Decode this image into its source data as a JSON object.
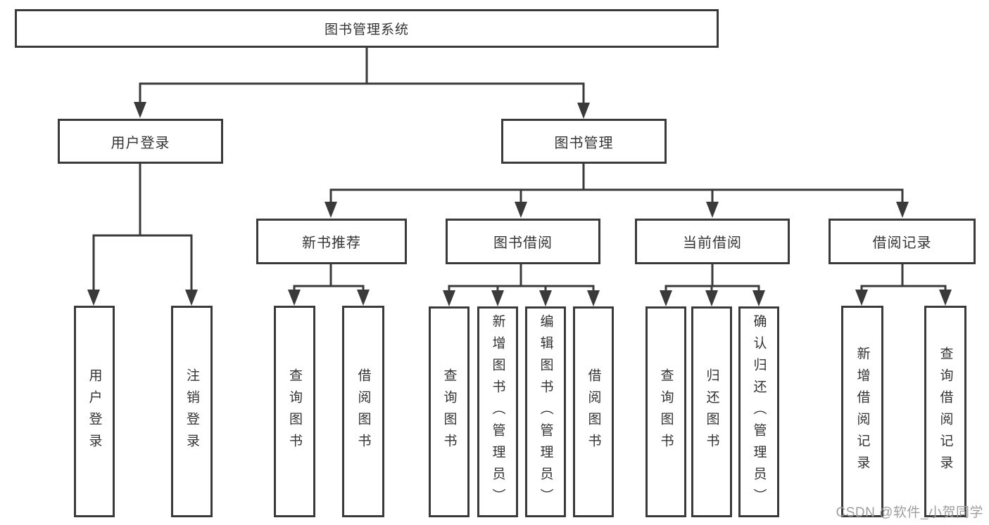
{
  "diagram": {
    "title": "图书管理系统",
    "root": {
      "label": "图书管理系统"
    },
    "level2": [
      {
        "id": "user-login",
        "label": "用户登录"
      },
      {
        "id": "book-management",
        "label": "图书管理"
      }
    ],
    "level3": [
      {
        "id": "new-book-recommend",
        "label": "新书推荐",
        "parent": "图书管理"
      },
      {
        "id": "book-borrow",
        "label": "图书借阅",
        "parent": "图书管理"
      },
      {
        "id": "current-borrow",
        "label": "当前借阅",
        "parent": "图书管理"
      },
      {
        "id": "borrow-records",
        "label": "借阅记录",
        "parent": "图书管理"
      }
    ],
    "leaves": [
      {
        "label": "用户登录",
        "parent": "用户登录"
      },
      {
        "label": "注销登录",
        "parent": "用户登录"
      },
      {
        "label": "查询图书",
        "parent": "新书推荐"
      },
      {
        "label": "借阅图书",
        "parent": "新书推荐"
      },
      {
        "label": "查询图书",
        "parent": "图书借阅"
      },
      {
        "label": "新增图书（管理员）",
        "parent": "图书借阅"
      },
      {
        "label": "编辑图书（管理员）",
        "parent": "图书借阅"
      },
      {
        "label": "借阅图书",
        "parent": "图书借阅"
      },
      {
        "label": "查询图书",
        "parent": "当前借阅"
      },
      {
        "label": "归还图书",
        "parent": "当前借阅"
      },
      {
        "label": "确认归还（管理员）",
        "parent": "当前借阅"
      },
      {
        "label": "新增借阅记录",
        "parent": "借阅记录"
      },
      {
        "label": "查询借阅记录",
        "parent": "借阅记录"
      }
    ],
    "watermark": "CSDN @软件_小贺同学",
    "colors": {
      "line": "#3a3a3a",
      "text": "#333333",
      "watermark": "#9e9e9e",
      "background": "#ffffff"
    }
  }
}
